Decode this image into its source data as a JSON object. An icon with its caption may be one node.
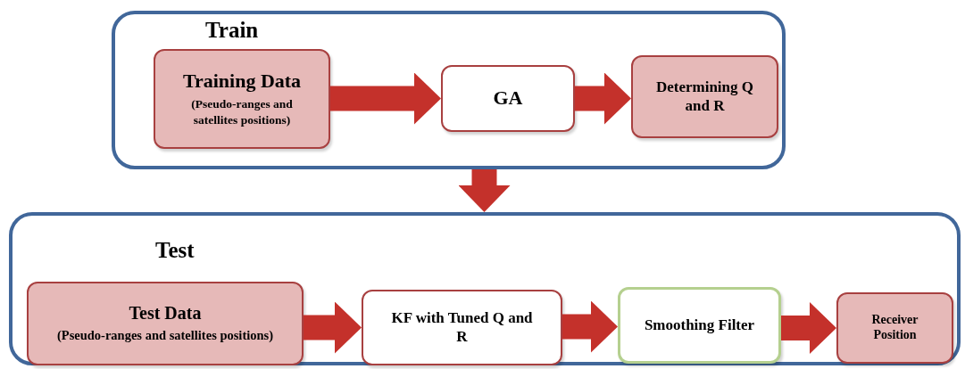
{
  "diagram": {
    "nodes": [
      {
        "text": [
          "Train"
        ]
      },
      {
        "text": [
          "Training Data",
          "(Pseudo-ranges and satellites positions)"
        ],
        "in": 0
      },
      {
        "text": [
          "GA"
        ],
        "in": 0
      },
      {
        "text": [
          "Determining Q and R"
        ],
        "in": 0
      },
      {
        "text": [
          "Test"
        ]
      },
      {
        "text": [
          "Test Data",
          "(Pseudo-ranges and satellites positions)"
        ],
        "in": 4
      },
      {
        "text": [
          "KF with Tuned Q and R"
        ],
        "in": 4
      },
      {
        "text": [
          "Smoothing Filter"
        ],
        "in": 4
      },
      {
        "text": [
          "Receiver Position"
        ],
        "in": 4
      }
    ],
    "edges": [
      {
        "from": 1,
        "to": 2,
        "arrow": "to"
      },
      {
        "from": 2,
        "to": 3,
        "arrow": "to"
      },
      {
        "from": 0,
        "to": 4,
        "arrow": "to"
      },
      {
        "from": 5,
        "to": 6,
        "arrow": "to"
      },
      {
        "from": 6,
        "to": 7,
        "arrow": "to"
      },
      {
        "from": 7,
        "to": 8,
        "arrow": "to"
      }
    ]
  }
}
